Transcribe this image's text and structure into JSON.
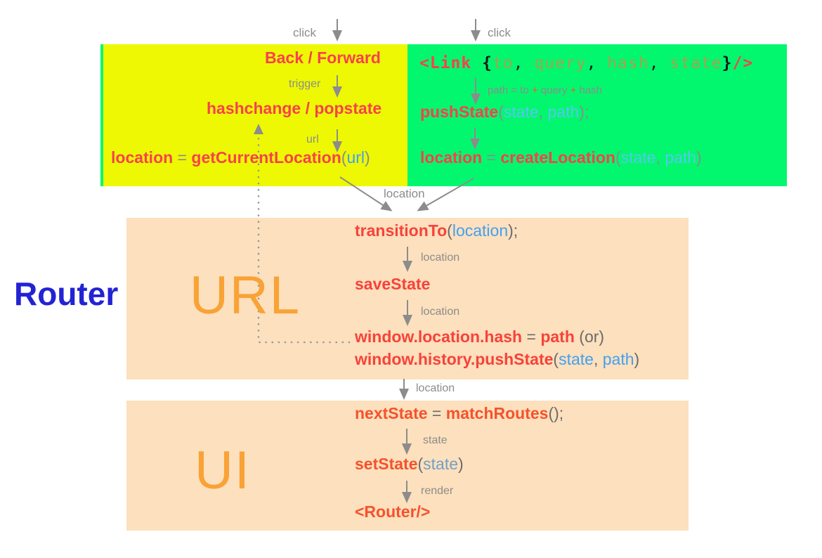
{
  "colors": {
    "yellow": "#edf802",
    "green": "#02f76e",
    "peach": "#fde0bd",
    "red1": "#f8414e",
    "red2": "#f7423a",
    "red3": "#f5522c",
    "redplus": "#f4552f",
    "blue": "#42a0f2",
    "cyan": "#58c6f2",
    "mutedblue": "#739fc4",
    "olive": "#a3a44f",
    "gray": "#8c8c8c",
    "dark": "#6b6b6b",
    "black": "#1a1a1a",
    "orange": "#f9a236",
    "routerBlue": "#2323d4",
    "arrow": "#8c8c8c",
    "dotted": "#999999"
  },
  "top_labels": {
    "click_left": "click",
    "click_right": "click"
  },
  "yellow_box": {
    "back_forward": "Back / Forward",
    "trigger_label": "trigger",
    "hashchange": "hashchange / popstate",
    "url_label": "url",
    "get_current_location": [
      {
        "t": "location",
        "c": "red1",
        "b": 1
      },
      {
        "t": " = ",
        "c": "gray"
      },
      {
        "t": "getCurrentLocation",
        "c": "red1",
        "b": 1
      },
      {
        "t": "(",
        "c": "gray"
      },
      {
        "t": "url",
        "c": "blue"
      },
      {
        "t": ")",
        "c": "gray"
      }
    ]
  },
  "green_box": {
    "link_tag": [
      {
        "t": "<Link ",
        "c": "red1",
        "b": 1
      },
      {
        "t": "{",
        "c": "black",
        "b": 1
      },
      {
        "t": "to",
        "c": "olive"
      },
      {
        "t": ", ",
        "c": "black"
      },
      {
        "t": "query",
        "c": "olive"
      },
      {
        "t": ", ",
        "c": "black"
      },
      {
        "t": "hash",
        "c": "olive"
      },
      {
        "t": ", ",
        "c": "black"
      },
      {
        "t": "state",
        "c": "olive"
      },
      {
        "t": "}",
        "c": "black",
        "b": 1
      },
      {
        "t": "/>",
        "c": "red1",
        "b": 1
      }
    ],
    "path_label": [
      {
        "t": "path = to ",
        "c": "gray"
      },
      {
        "t": "+",
        "c": "redplus"
      },
      {
        "t": " query ",
        "c": "gray"
      },
      {
        "t": "+",
        "c": "redplus"
      },
      {
        "t": " hash",
        "c": "gray"
      }
    ],
    "push_state": [
      {
        "t": "pushState",
        "c": "red1",
        "b": 1
      },
      {
        "t": "(",
        "c": "gray"
      },
      {
        "t": "state",
        "c": "cyan"
      },
      {
        "t": ", ",
        "c": "gray"
      },
      {
        "t": "path",
        "c": "cyan"
      },
      {
        "t": ");",
        "c": "gray"
      }
    ],
    "create_location": [
      {
        "t": "location",
        "c": "red1",
        "b": 1
      },
      {
        "t": " = ",
        "c": "gray"
      },
      {
        "t": "createLocation",
        "c": "red1",
        "b": 1
      },
      {
        "t": "(",
        "c": "gray"
      },
      {
        "t": "state",
        "c": "cyan"
      },
      {
        "t": ", ",
        "c": "gray"
      },
      {
        "t": "path",
        "c": "cyan"
      },
      {
        "t": ")",
        "c": "gray"
      }
    ]
  },
  "converge_label": "location",
  "url_box": {
    "big_label": "URL",
    "transition_to": [
      {
        "t": "transitionTo",
        "c": "red2",
        "b": 1
      },
      {
        "t": "(",
        "c": "dark"
      },
      {
        "t": "location",
        "c": "blue"
      },
      {
        "t": ");",
        "c": "dark"
      }
    ],
    "location_label_1": "location",
    "save_state": [
      {
        "t": "saveState",
        "c": "red2",
        "b": 1
      }
    ],
    "location_label_2": "location",
    "hash_line": [
      {
        "t": "window.location.hash",
        "c": "red2",
        "b": 1
      },
      {
        "t": " = ",
        "c": "dark"
      },
      {
        "t": "path",
        "c": "red2",
        "b": 1
      },
      {
        "t": "  (or)",
        "c": "dark"
      }
    ],
    "push_state_line": [
      {
        "t": "window.history.pushState",
        "c": "red2",
        "b": 1
      },
      {
        "t": "(",
        "c": "dark"
      },
      {
        "t": "state",
        "c": "blue"
      },
      {
        "t": ", ",
        "c": "dark"
      },
      {
        "t": "path",
        "c": "blue"
      },
      {
        "t": ")",
        "c": "dark"
      }
    ]
  },
  "between_label": "location",
  "ui_box": {
    "big_label": "UI",
    "next_state": [
      {
        "t": "nextState",
        "c": "red3",
        "b": 1
      },
      {
        "t": " = ",
        "c": "dark"
      },
      {
        "t": "matchRoutes",
        "c": "red3",
        "b": 1
      },
      {
        "t": "();",
        "c": "dark"
      }
    ],
    "state_label": "state",
    "set_state": [
      {
        "t": "setState",
        "c": "red3",
        "b": 1
      },
      {
        "t": "(",
        "c": "dark"
      },
      {
        "t": "state",
        "c": "mutedblue"
      },
      {
        "t": ")",
        "c": "dark"
      }
    ],
    "render_label": "render",
    "router_tag": [
      {
        "t": "<Router/>",
        "c": "red3",
        "b": 1
      }
    ]
  },
  "router_label": "Router"
}
